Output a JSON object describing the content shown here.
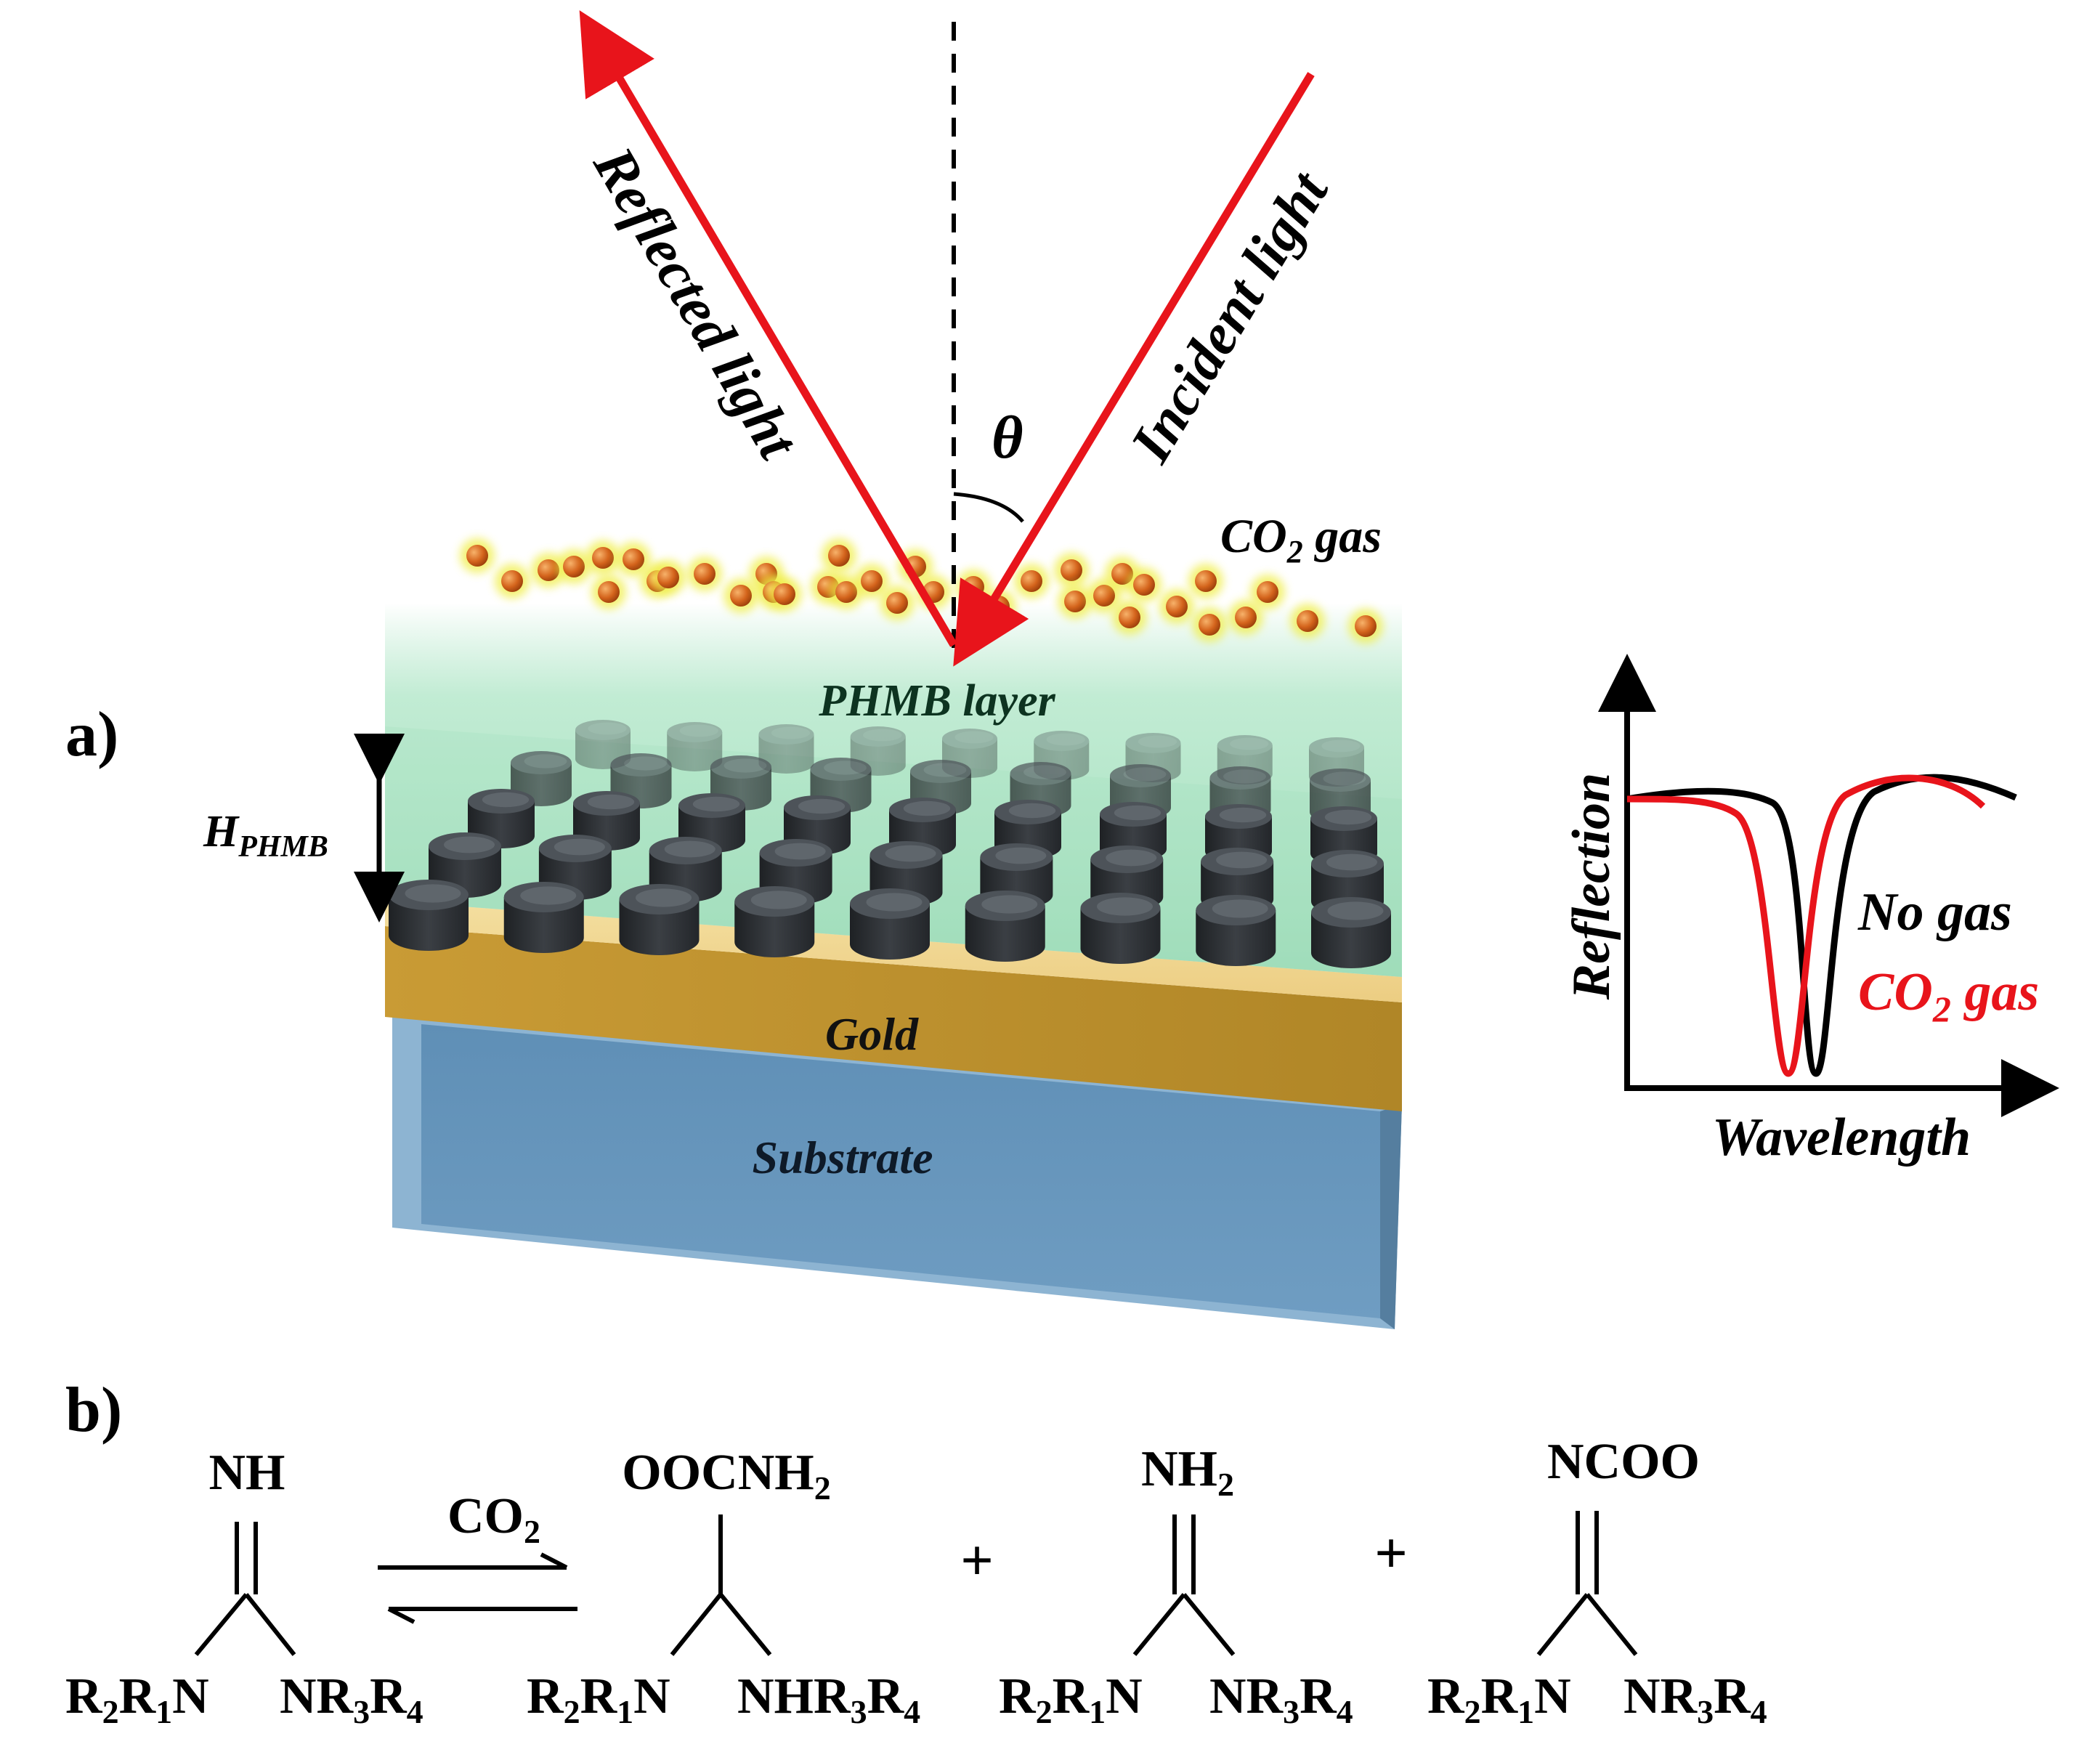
{
  "panel_a": {
    "label": "a)",
    "reflected": "Reflected light",
    "incident": "Incident light",
    "theta": "θ",
    "co2_gas": "CO",
    "co2_sub": "2",
    "co2_tail": " gas",
    "phmb_layer": "PHMB layer",
    "h_label": "H",
    "h_sub": "PHMB",
    "gold": "Gold",
    "substrate": "Substrate",
    "colors": {
      "light": "#e8141b",
      "gold": "#b8912e",
      "substrate": "#6b97bb",
      "phmb": "#7fd7a4",
      "molecule": "#d4641c"
    }
  },
  "inset": {
    "ylabel": "Reflection",
    "xlabel": "Wavelength",
    "legend_no_gas": "No gas",
    "legend_co2": "CO",
    "legend_co2_sub": "2",
    "legend_co2_tail": " gas"
  },
  "panel_b": {
    "label": "b)",
    "reactant": {
      "top": "NH",
      "left": "R",
      "left_tail": "N",
      "right": "NR"
    },
    "arrow_label": "CO",
    "arrow_sub": "2",
    "p1_top": "OOCNH",
    "p1_top_sub": "2",
    "p1_right": "NHR",
    "p2_top": "NH",
    "p2_top_sub": "2",
    "p3_top": "NCOO",
    "plus": "+",
    "sub1": "1",
    "sub2": "2",
    "sub3": "3",
    "sub4": "4"
  }
}
